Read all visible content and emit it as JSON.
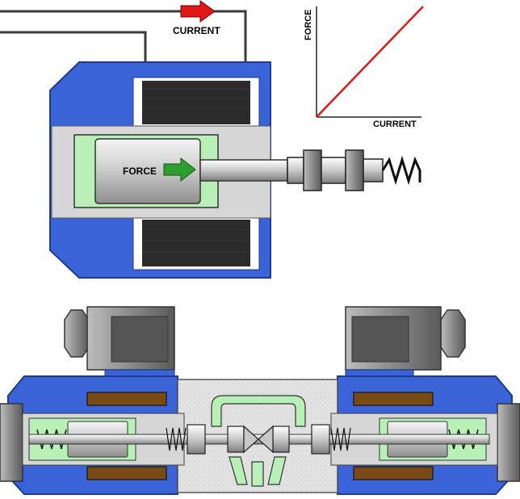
{
  "labels": {
    "current_top": "CURRENT",
    "force_plunger": "FORCE",
    "graph_y": "FORCE",
    "graph_x": "CURRENT"
  },
  "colors": {
    "housing_blue": "#3a63d8",
    "coil_dark": "#2b2b2b",
    "plunger_green": "#b8f0b8",
    "force_arrow": "#2e9e2e",
    "current_arrow": "#e01818",
    "graph_line": "#e01818",
    "coil_brown": "#7a4a14",
    "valve_gray": "#dcdcdc"
  },
  "icons": {
    "current_arrow": "right-arrow-red",
    "force_arrow": "right-arrow-green",
    "spring": "zigzag-spring"
  }
}
